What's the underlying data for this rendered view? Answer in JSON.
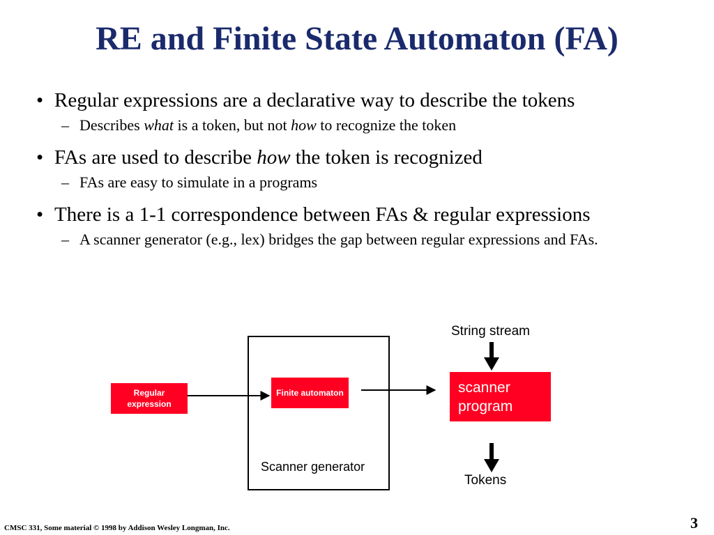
{
  "slide": {
    "title": "RE and Finite State Automaton (FA)",
    "bullet_marker": "•",
    "dash_marker": "–",
    "bullets": [
      {
        "text": "Regular expressions are a declarative way to describe the tokens",
        "sub": [
          {
            "p1": "Describes ",
            "em1": "what",
            "p2": " is a token, but not ",
            "em2": "how",
            "p3": " to recognize the token"
          }
        ]
      },
      {
        "p1": "FAs are used to describe ",
        "em": "how",
        "p2": " the token is recognized",
        "sub": [
          {
            "text": "FAs are easy to simulate in a programs"
          }
        ]
      },
      {
        "text": "There is a 1-1 correspondence between FAs & regular expressions",
        "sub": [
          {
            "text": "A scanner generator (e.g., lex) bridges the gap between regular expressions and FAs."
          }
        ]
      }
    ]
  },
  "diagram": {
    "regular_expression": "Regular expression",
    "finite_automaton": "Finite automaton",
    "scanner_generator": "Scanner generator",
    "string_stream": "String stream",
    "scanner_program": "scanner program",
    "tokens": "Tokens",
    "box_color": "#ff0022"
  },
  "footer": {
    "text": "CMSC 331, Some material  © 1998 by Addison Wesley Longman, Inc.",
    "page_number": "3"
  }
}
